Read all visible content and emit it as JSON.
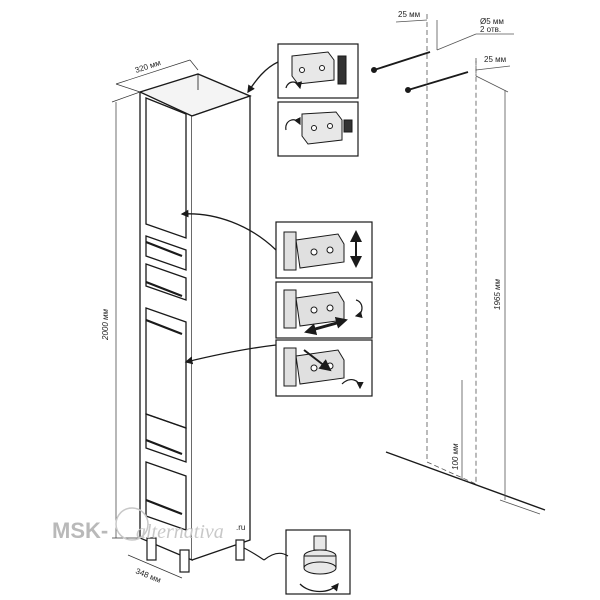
{
  "dimensions": {
    "width_top": "320 мм",
    "height_total": "2000 мм",
    "depth_bottom": "348 мм",
    "offset_left": "25 мм",
    "hole_diameter": "Ø5 мм",
    "hole_count": "2 отв.",
    "offset_right": "25 мм",
    "mount_height": "1965 мм",
    "floor_gap": "100 мм"
  },
  "watermark": {
    "brand": "MSK-",
    "script": "alternativa",
    "suffix": ".ru"
  },
  "colors": {
    "line": "#1a1a1a",
    "guide": "#555555",
    "watermark": "#b9b9b9"
  },
  "icons": [
    "screw-icon",
    "hinge-icon",
    "bracket-icon",
    "rotate-arrow-icon",
    "adjustable-foot-icon"
  ]
}
